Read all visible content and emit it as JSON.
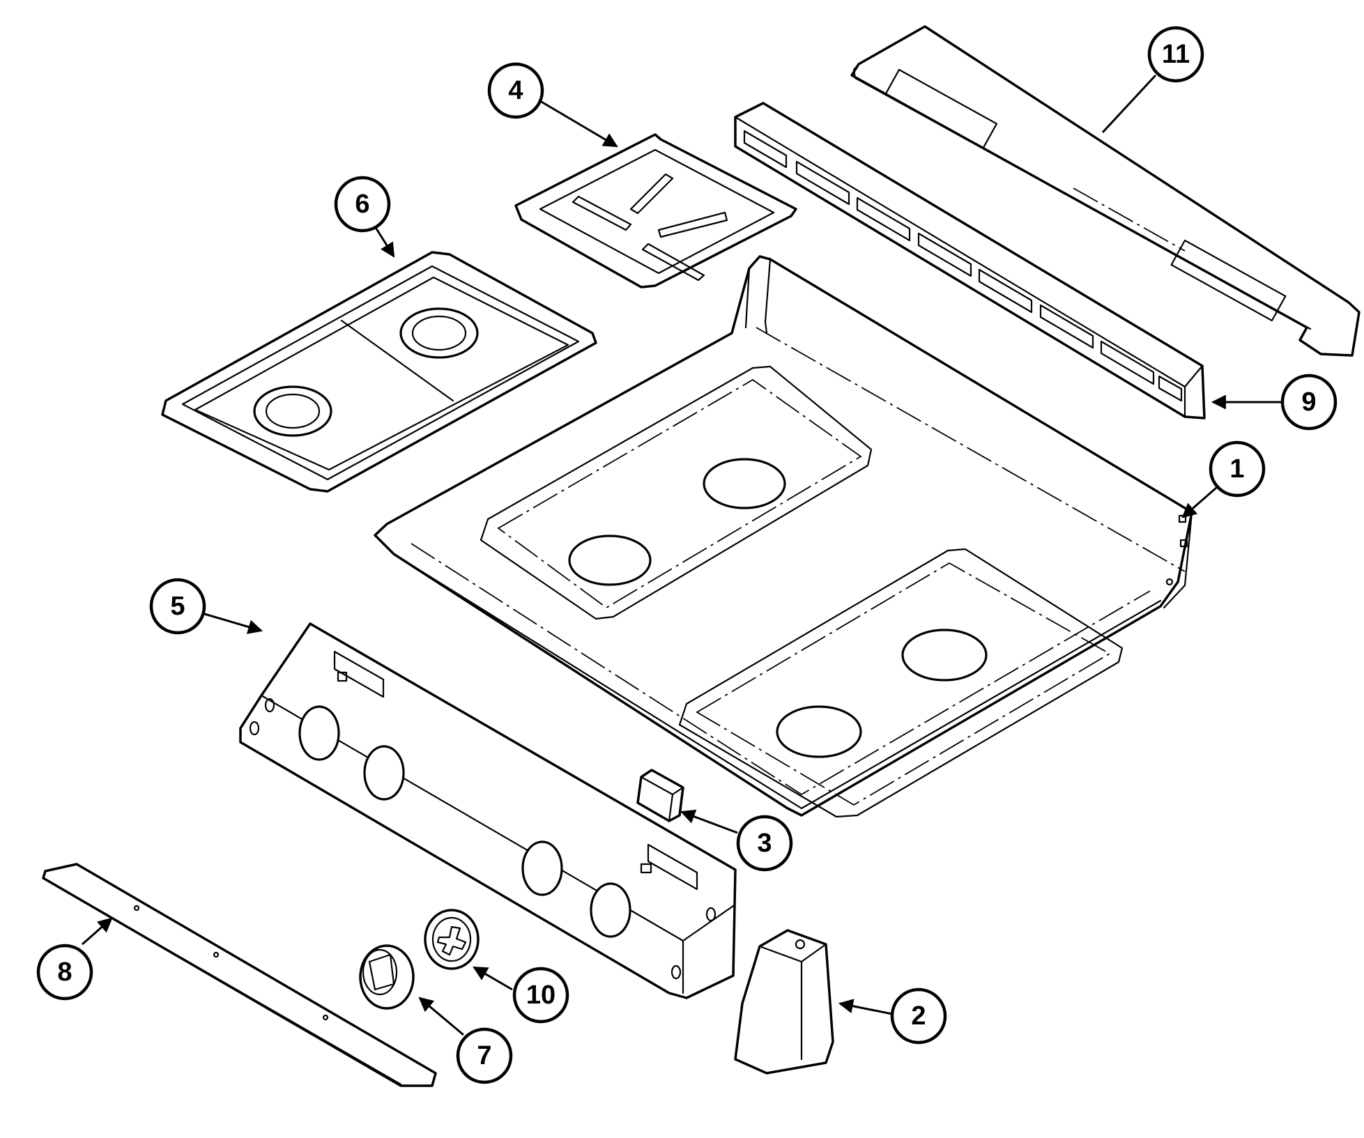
{
  "colors": {
    "line": "#000000",
    "background": "#ffffff"
  },
  "callouts": [
    {
      "id": "1",
      "label": "1"
    },
    {
      "id": "2",
      "label": "2"
    },
    {
      "id": "3",
      "label": "3"
    },
    {
      "id": "4",
      "label": "4"
    },
    {
      "id": "5",
      "label": "5"
    },
    {
      "id": "6",
      "label": "6"
    },
    {
      "id": "7",
      "label": "7"
    },
    {
      "id": "8",
      "label": "8"
    },
    {
      "id": "9",
      "label": "9"
    },
    {
      "id": "10",
      "label": "10"
    },
    {
      "id": "11",
      "label": "11"
    }
  ]
}
